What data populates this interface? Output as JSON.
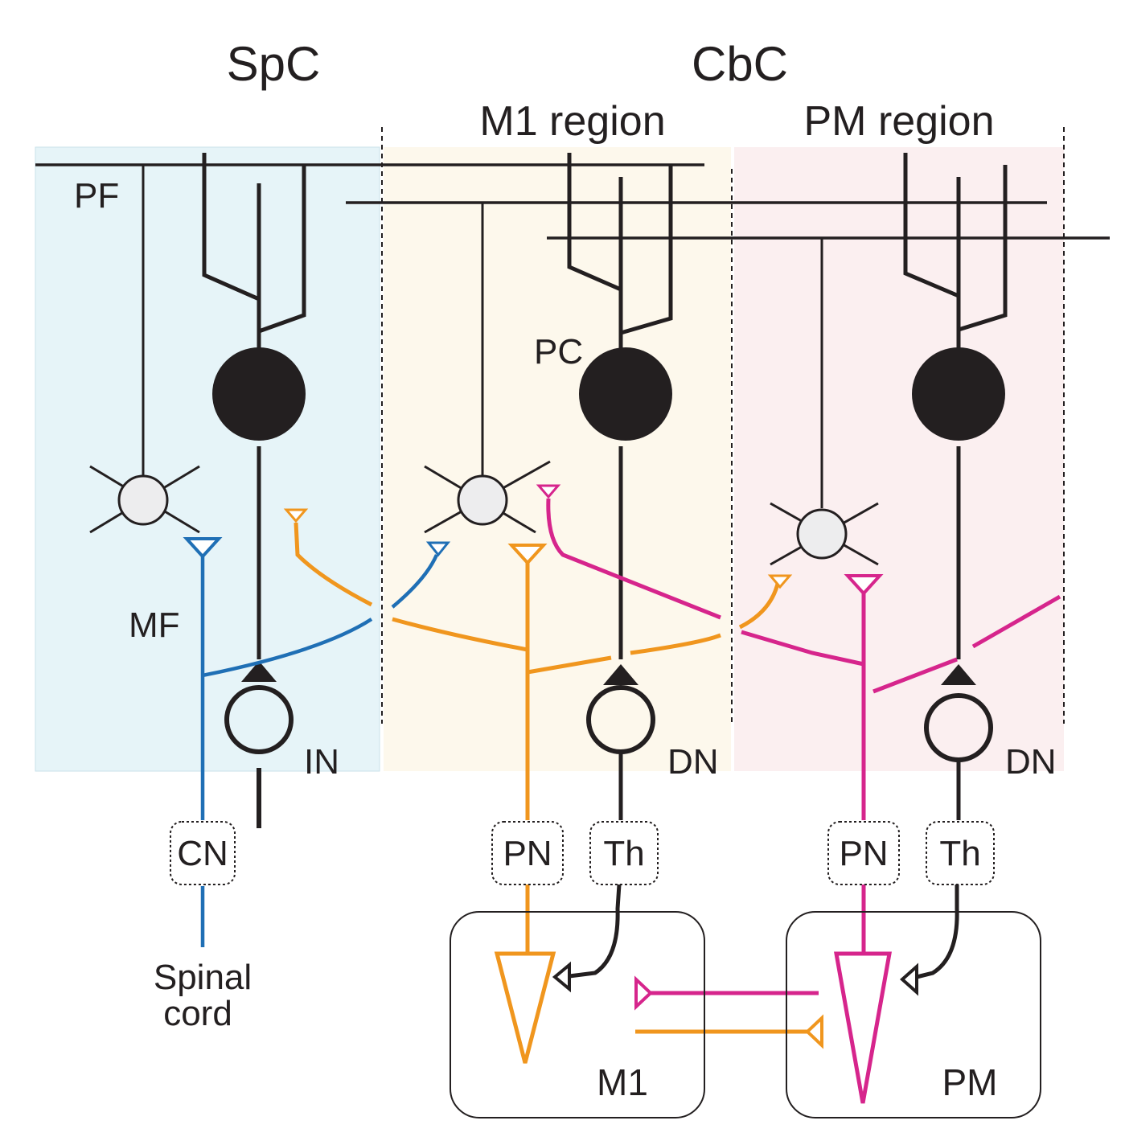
{
  "titles": {
    "spc": "SpC",
    "cbc": "CbC"
  },
  "regions": {
    "m1": "M1 region",
    "pm": "PM region"
  },
  "labels": {
    "pf": "PF",
    "pc": "PC",
    "mf": "MF",
    "in": "IN",
    "dn_m1": "DN",
    "dn_pm": "DN",
    "cn": "CN",
    "pn_m1": "PN",
    "th_m1": "Th",
    "pn_pm": "PN",
    "th_pm": "Th",
    "spinal_1": "Spinal",
    "spinal_2": "cord",
    "m1_box": "M1",
    "pm_box": "PM"
  },
  "colors": {
    "spc_bg": "#e6f4f8",
    "m1_bg": "#fdf8ec",
    "pm_bg": "#fbeff0",
    "neuron": "#231f20",
    "spinal_pathway": "#1f6fb5",
    "m1_pathway": "#f0961e",
    "pm_pathway": "#d6258c",
    "interneuron_fill": "#ededee"
  }
}
